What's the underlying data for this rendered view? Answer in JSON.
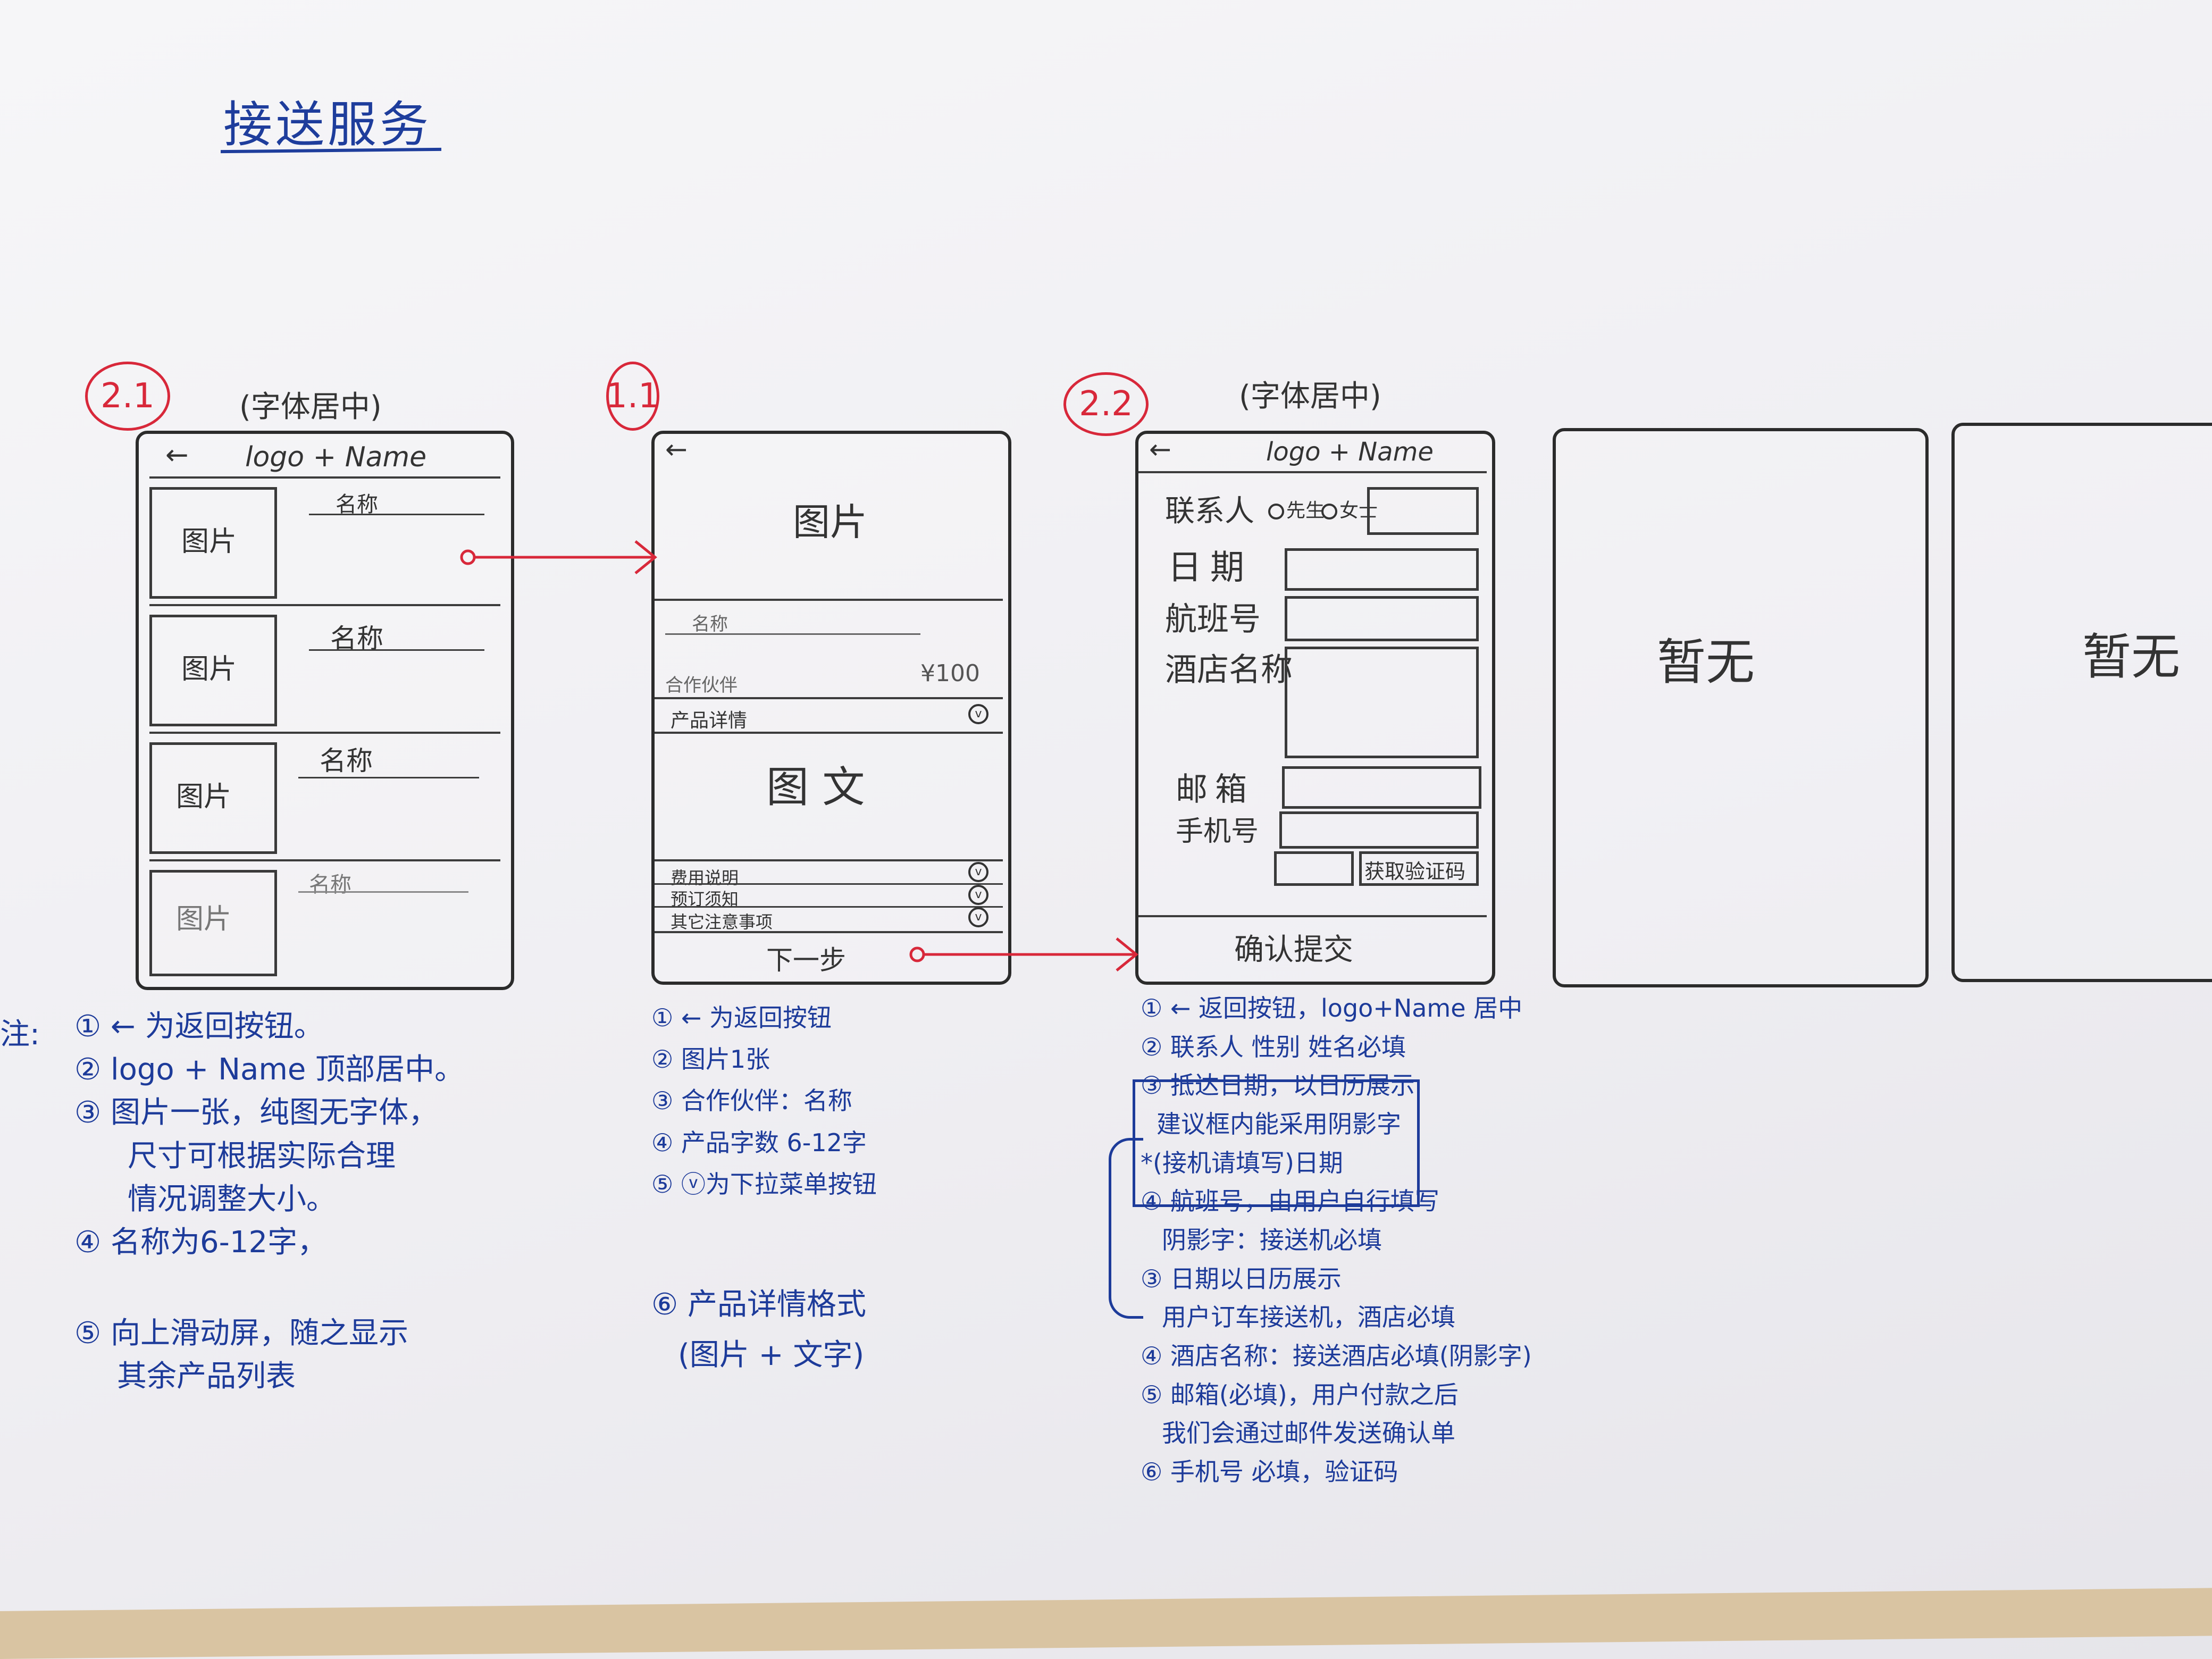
{
  "title": "接送服务",
  "colors": {
    "ink_blue": "#1d3b9a",
    "ink_red": "#d8283a",
    "pencil": "#333333"
  },
  "labels": {
    "a": "2.1",
    "b": "1.1",
    "c": "2.2"
  },
  "layout_notes": {
    "a": "(字体居中)",
    "c": "(字体居中)"
  },
  "screen_list": {
    "back_icon": "←",
    "header": "logo + Name",
    "items": [
      {
        "image": "图片",
        "name": "名称"
      },
      {
        "image": "图片",
        "name": "名称"
      },
      {
        "image": "图片",
        "name": "名称"
      },
      {
        "image": "图片",
        "name": "名称"
      }
    ]
  },
  "screen_detail": {
    "back_icon": "←",
    "image": "图片",
    "name": "名称",
    "partner": "合作伙伴",
    "price": "¥100",
    "product_details": "产品详情",
    "content": "图 文",
    "rows": [
      "费用说明",
      "预订须知",
      "其它注意事项"
    ],
    "next": "下一步"
  },
  "screen_form": {
    "back_icon": "←",
    "header": "logo + Name",
    "contact": "联系人",
    "mr": "先生",
    "ms": "女士",
    "date": "日期",
    "flight": "航班号",
    "hotel": "酒店名称",
    "email": "邮箱",
    "phone": "手机号",
    "get_code": "获取验证码",
    "submit": "确认提交"
  },
  "placeholders": {
    "a": "暂无",
    "b": "暂无"
  },
  "notes_list": {
    "prefix": "注:",
    "items": [
      "① ← 为返回按钮。",
      "② logo + Name 顶部居中。",
      "③ 图片一张，纯图无字体，",
      "尺寸可根据实际合理",
      "情况调整大小。",
      "④ 名称为6-12字，",
      "⑤ 向上滑动屏，随之显示",
      "其余产品列表"
    ]
  },
  "notes_detail": {
    "items": [
      "① ← 为返回按钮",
      "② 图片1张",
      "③ 合作伙伴：名称",
      "④ 产品字数 6-12字",
      "⑤ ⓥ为下拉菜单按钮",
      "⑥ 产品详情格式",
      "(图片 + 文字)"
    ]
  },
  "notes_form": {
    "items": [
      "① ← 返回按钮，logo+Name 居中",
      "② 联系人 性别 姓名必填",
      "③ 抵达日期，以日历展示",
      "建议框内能采用阴影字",
      "*(接机请填写)日期",
      "④ 航班号，由用户自行填写",
      "阴影字：接送机必填",
      "③ 日期以日历展示",
      "用户订车接送机，酒店必填",
      "④ 酒店名称：接送酒店必填(阴影字)",
      "⑤ 邮箱(必填)，用户付款之后",
      "我们会通过邮件发送确认单",
      "⑥ 手机号 必填，验证码"
    ]
  }
}
